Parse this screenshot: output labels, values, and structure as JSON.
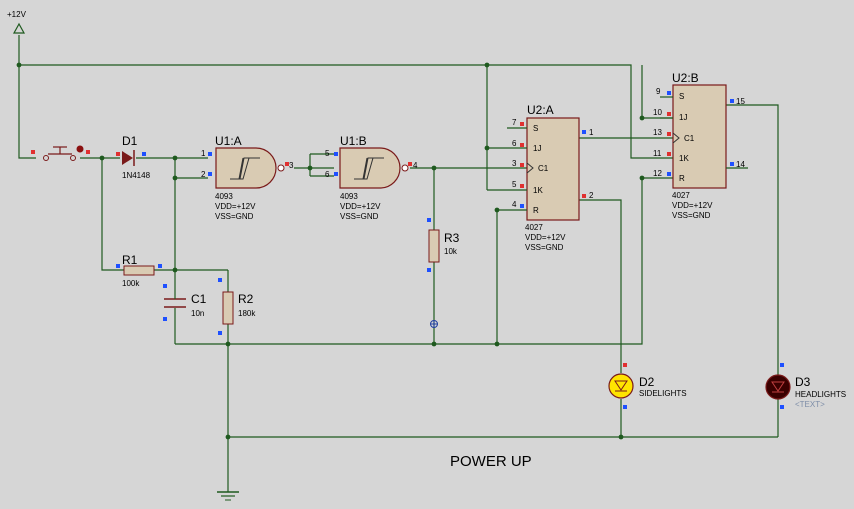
{
  "power": {
    "label": "+12V"
  },
  "footer": {
    "caption": "POWER UP"
  },
  "colors": {
    "wire": "#1f5a1f",
    "body": "#d9cbb3",
    "outline": "#7a1a1a",
    "pin_red": "#e03030",
    "pin_blue": "#1e50ff",
    "led_yellow": "#ffe400",
    "led_dark": "#3a0000"
  },
  "parts": {
    "d1": {
      "ref": "D1",
      "value": "1N4148"
    },
    "u1a": {
      "ref": "U1:A",
      "value": "4093",
      "vdd": "VDD=+12V",
      "vss": "VSS=GND",
      "pins": [
        "1",
        "2",
        "3"
      ]
    },
    "u1b": {
      "ref": "U1:B",
      "value": "4093",
      "vdd": "VDD=+12V",
      "vss": "VSS=GND",
      "pins": [
        "5",
        "6",
        "4"
      ]
    },
    "r1": {
      "ref": "R1",
      "value": "100k"
    },
    "c1": {
      "ref": "C1",
      "value": "10n"
    },
    "r2": {
      "ref": "R2",
      "value": "180k"
    },
    "r3": {
      "ref": "R3",
      "value": "10k"
    },
    "u2a": {
      "ref": "U2:A",
      "value": "4027",
      "vdd": "VDD=+12V",
      "vss": "VSS=GND",
      "pins": [
        "S",
        "1J",
        "C1",
        "1K",
        "R"
      ],
      "pin_nums": [
        "7",
        "6",
        "3",
        "5",
        "4"
      ],
      "out_q": "1",
      "out_qn": "2"
    },
    "u2b": {
      "ref": "U2:B",
      "value": "4027",
      "vdd": "VDD=+12V",
      "vss": "VSS=GND",
      "pins": [
        "S",
        "1J",
        "C1",
        "1K",
        "R"
      ],
      "pin_nums": [
        "9",
        "10",
        "13",
        "11",
        "12"
      ],
      "out_q": "15",
      "out_qn": "14"
    },
    "d2": {
      "ref": "D2",
      "value": "SIDELIGHTS"
    },
    "d3": {
      "ref": "D3",
      "value": "HEADLIGHTS",
      "extra": "<TEXT>"
    }
  }
}
